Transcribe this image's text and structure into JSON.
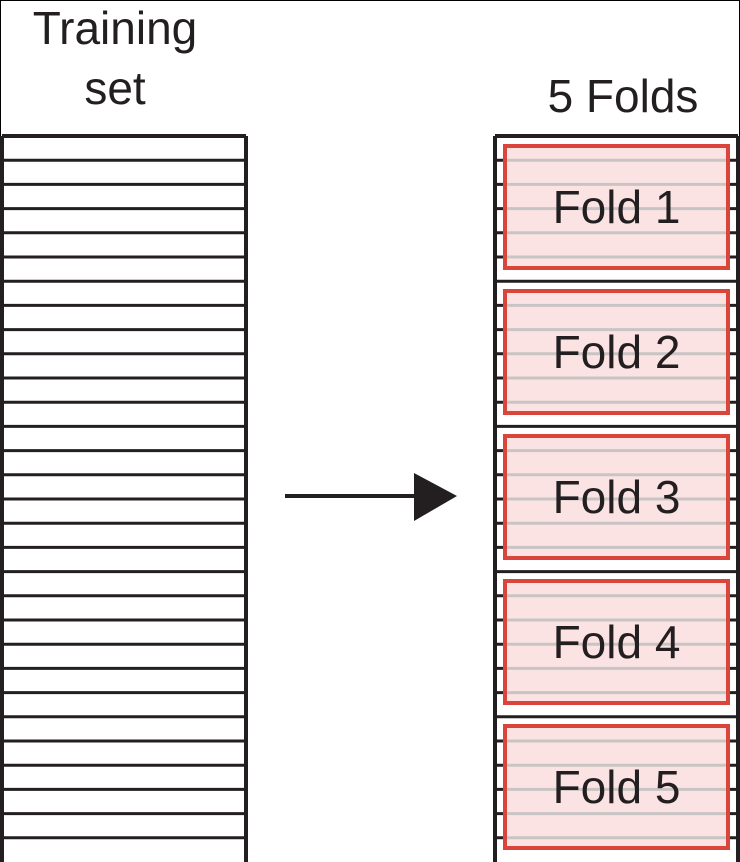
{
  "training_set": {
    "label_line1": "Training",
    "label_line2": "set",
    "rows": 30
  },
  "folds_panel": {
    "title": "5 Folds",
    "rows": 30,
    "folds": [
      {
        "label": "Fold 1"
      },
      {
        "label": "Fold 2"
      },
      {
        "label": "Fold 3"
      },
      {
        "label": "Fold 4"
      },
      {
        "label": "Fold 5"
      }
    ]
  },
  "colors": {
    "line": "#231f20",
    "fold_border": "#d9453a",
    "fold_fill": "#fbe3e4",
    "fold_row_line": "#c9c4c4"
  }
}
